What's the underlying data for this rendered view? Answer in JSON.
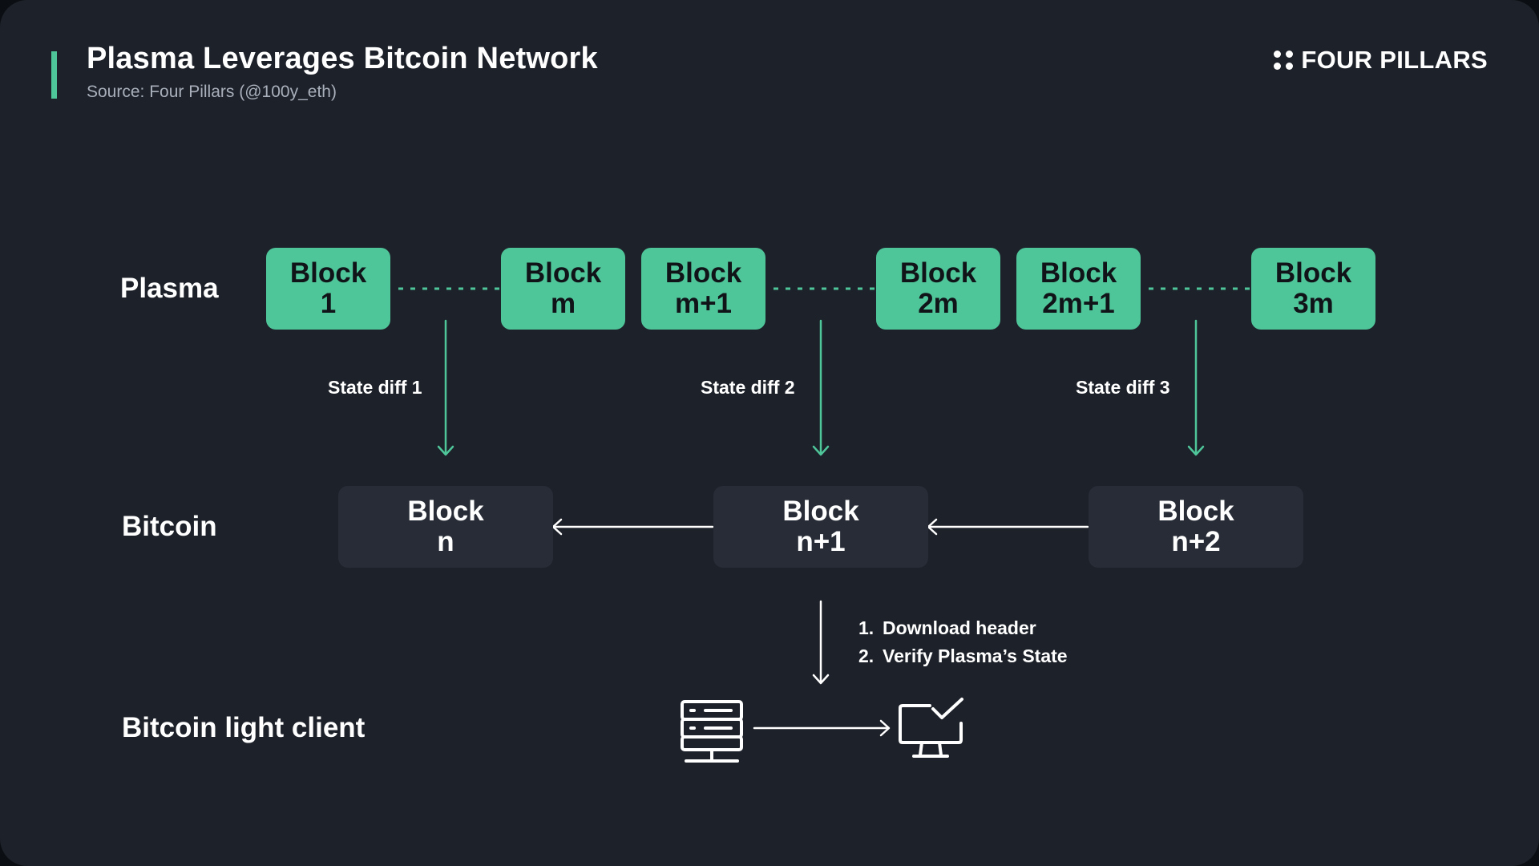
{
  "header": {
    "title": "Plasma Leverages Bitcoin Network",
    "subtitle": "Source: Four Pillars (@100y_eth)",
    "brand": "FOUR PILLARS"
  },
  "rows": {
    "plasma": "Plasma",
    "bitcoin": "Bitcoin",
    "light_client": "Bitcoin light client"
  },
  "plasma_blocks": [
    {
      "line1": "Block",
      "line2": "1"
    },
    {
      "line1": "Block",
      "line2": "m"
    },
    {
      "line1": "Block",
      "line2": "m+1"
    },
    {
      "line1": "Block",
      "line2": "2m"
    },
    {
      "line1": "Block",
      "line2": "2m+1"
    },
    {
      "line1": "Block",
      "line2": "3m"
    }
  ],
  "bitcoin_blocks": [
    {
      "line1": "Block",
      "line2": "n"
    },
    {
      "line1": "Block",
      "line2": "n+1"
    },
    {
      "line1": "Block",
      "line2": "n+2"
    }
  ],
  "state_diffs": [
    "State diff 1",
    "State diff 2",
    "State diff 3"
  ],
  "steps": [
    {
      "num": "1.",
      "text": "Download header"
    },
    {
      "num": "2.",
      "text": "Verify Plasma’s State"
    }
  ],
  "colors": {
    "background": "#1d2129",
    "accent": "#4fc59a",
    "bitcoin_block": "#272c36",
    "subtitle": "#a9b0bb"
  },
  "icons": {
    "node": "server-icon",
    "verified": "monitor-check-icon",
    "brand": "four-dots-icon"
  }
}
